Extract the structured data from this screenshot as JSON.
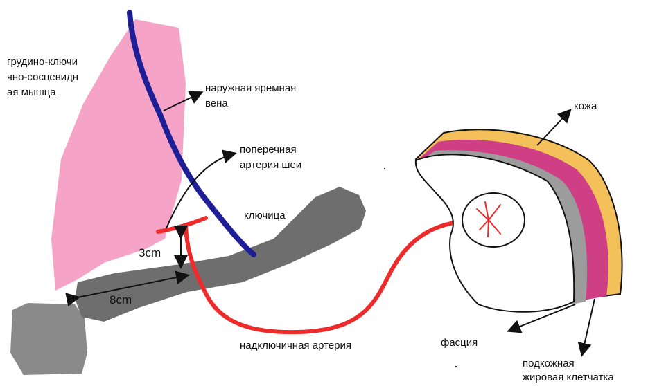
{
  "labels": {
    "scm_line1": "грудино-ключи",
    "scm_line2": "чно-сосцевидн",
    "scm_line3": "ая мышца",
    "ext_jug_line1": "наружная яремная",
    "ext_jug_line2": "вена",
    "trans_line1": "поперечная",
    "trans_line2": "артерия шеи",
    "clavicle": "ключица",
    "dist_3": "3cm",
    "dist_8": "8cm",
    "supraclav": "надключичная артерия",
    "skin": "кожа",
    "fascia": "фасция",
    "subcut_line1": "подкожная",
    "subcut_line2": "жировая клетчатка"
  },
  "colors": {
    "muscle": "#f49ac2",
    "vein": "#1e1e96",
    "artery": "#ee2b2b",
    "bone": "#7a7a7a",
    "skin_yellow": "#f4c05a",
    "fat_pink": "#cf3f86",
    "fascia_gray": "#9c9c9c"
  }
}
